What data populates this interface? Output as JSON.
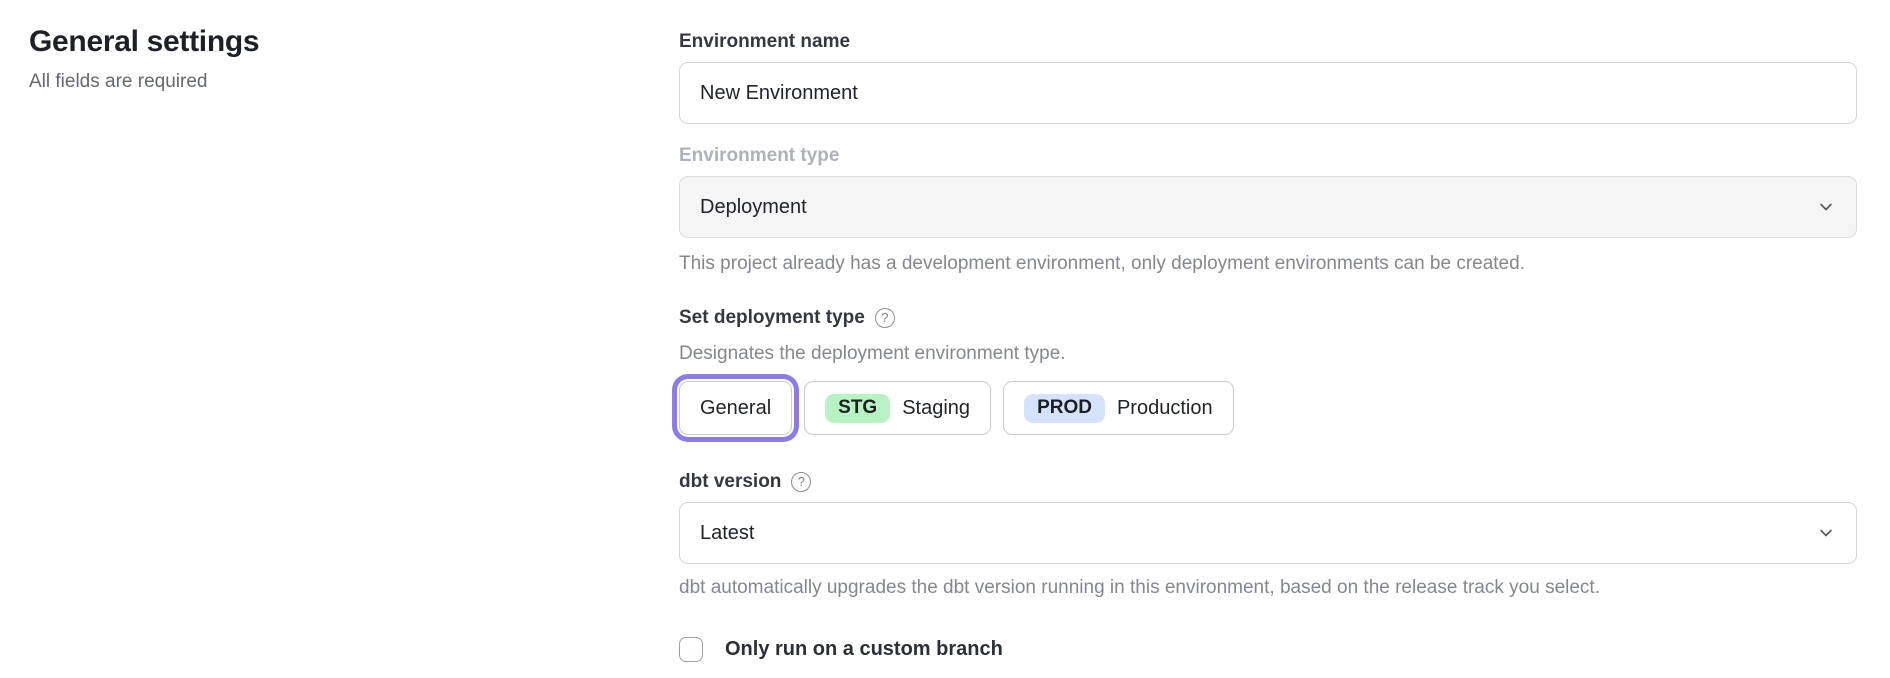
{
  "page": {
    "title": "General settings",
    "subtitle": "All fields are required"
  },
  "form": {
    "environment_name": {
      "label": "Environment name",
      "value": "New Environment"
    },
    "environment_type": {
      "label": "Environment type",
      "value": "Deployment",
      "helper": "This project already has a development environment, only deployment environments can be created."
    },
    "deployment_type": {
      "label": "Set deployment type",
      "help_icon": "?",
      "helper": "Designates the deployment environment type.",
      "options": [
        {
          "label": "General",
          "selected": true
        },
        {
          "badge": "STG",
          "label": "Staging",
          "selected": false
        },
        {
          "badge": "PROD",
          "label": "Production",
          "selected": false
        }
      ]
    },
    "dbt_version": {
      "label": "dbt version",
      "help_icon": "?",
      "value": "Latest",
      "helper": "dbt automatically upgrades the dbt version running in this environment, based on the release track you select."
    },
    "custom_branch": {
      "label": "Only run on a custom branch",
      "checked": false
    }
  },
  "icons": {
    "chevron_down": "chevron-down",
    "help": "question-mark-circle"
  },
  "colors": {
    "accent": "#8c7cea",
    "staging_badge": "#b7f2c3",
    "production_badge": "#d4e3fb",
    "disabled_field_bg": "#f5f5f6"
  }
}
